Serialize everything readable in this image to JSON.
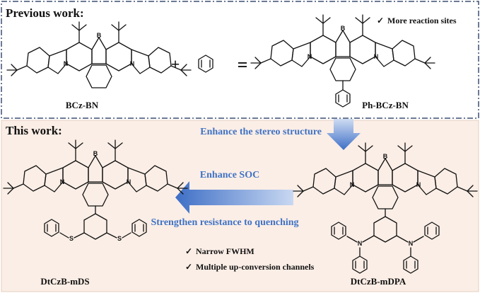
{
  "sections": {
    "previous_title": "Previous work:",
    "this_title": "This work:"
  },
  "colors": {
    "accent_blue": "#4472c4",
    "bottom_panel": "#fbeee6",
    "frame": "#3d4f73"
  },
  "molecules": {
    "bczbn": "BCz-BN",
    "phbczbn": "Ph-BCz-BN",
    "dtczbmds": "DtCzB-mDS",
    "dtczbmdpa": "DtCzB-mDPA"
  },
  "operators": {
    "plus": "+",
    "equals": "="
  },
  "atoms": {
    "boron": "B",
    "nitrogen": "N",
    "sulfur": "S"
  },
  "notes": {
    "check": "✓",
    "more_sites": "More reaction sites",
    "narrow": "Narrow FWHM",
    "multiple": "Multiple up-conversion channels"
  },
  "arrows": {
    "stereo": "Enhance the stereo structure",
    "soc": "Enhance SOC",
    "quench": "Strengthen resistance to quenching"
  }
}
